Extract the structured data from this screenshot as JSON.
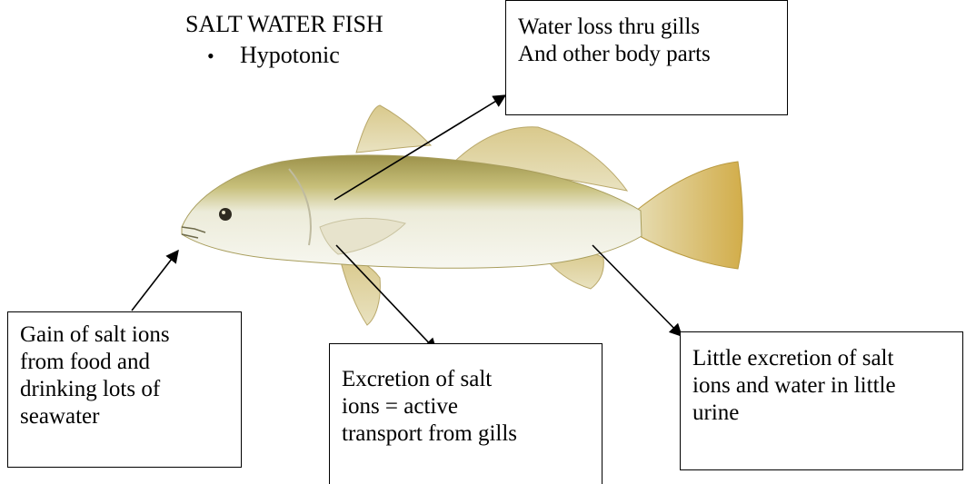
{
  "title": "SALT WATER FISH",
  "subtitle_bullet": "•",
  "subtitle": "Hypotonic",
  "labels": {
    "water_loss": [
      "Water loss thru gills",
      "And other body parts"
    ],
    "gain": [
      "Gain of salt ions",
      "from food and",
      "drinking lots of",
      "seawater"
    ],
    "excretion": [
      "Excretion of salt",
      "ions = active",
      "transport from gills"
    ],
    "little_excretion": [
      "Little excretion of salt",
      "ions and water in little",
      "urine"
    ]
  },
  "colors": {
    "fish_back": "#b7ad5e",
    "fish_belly": "#f3f3ea",
    "fins": "#d8c586",
    "tail": "#d4b458",
    "arrow": "#000000"
  }
}
